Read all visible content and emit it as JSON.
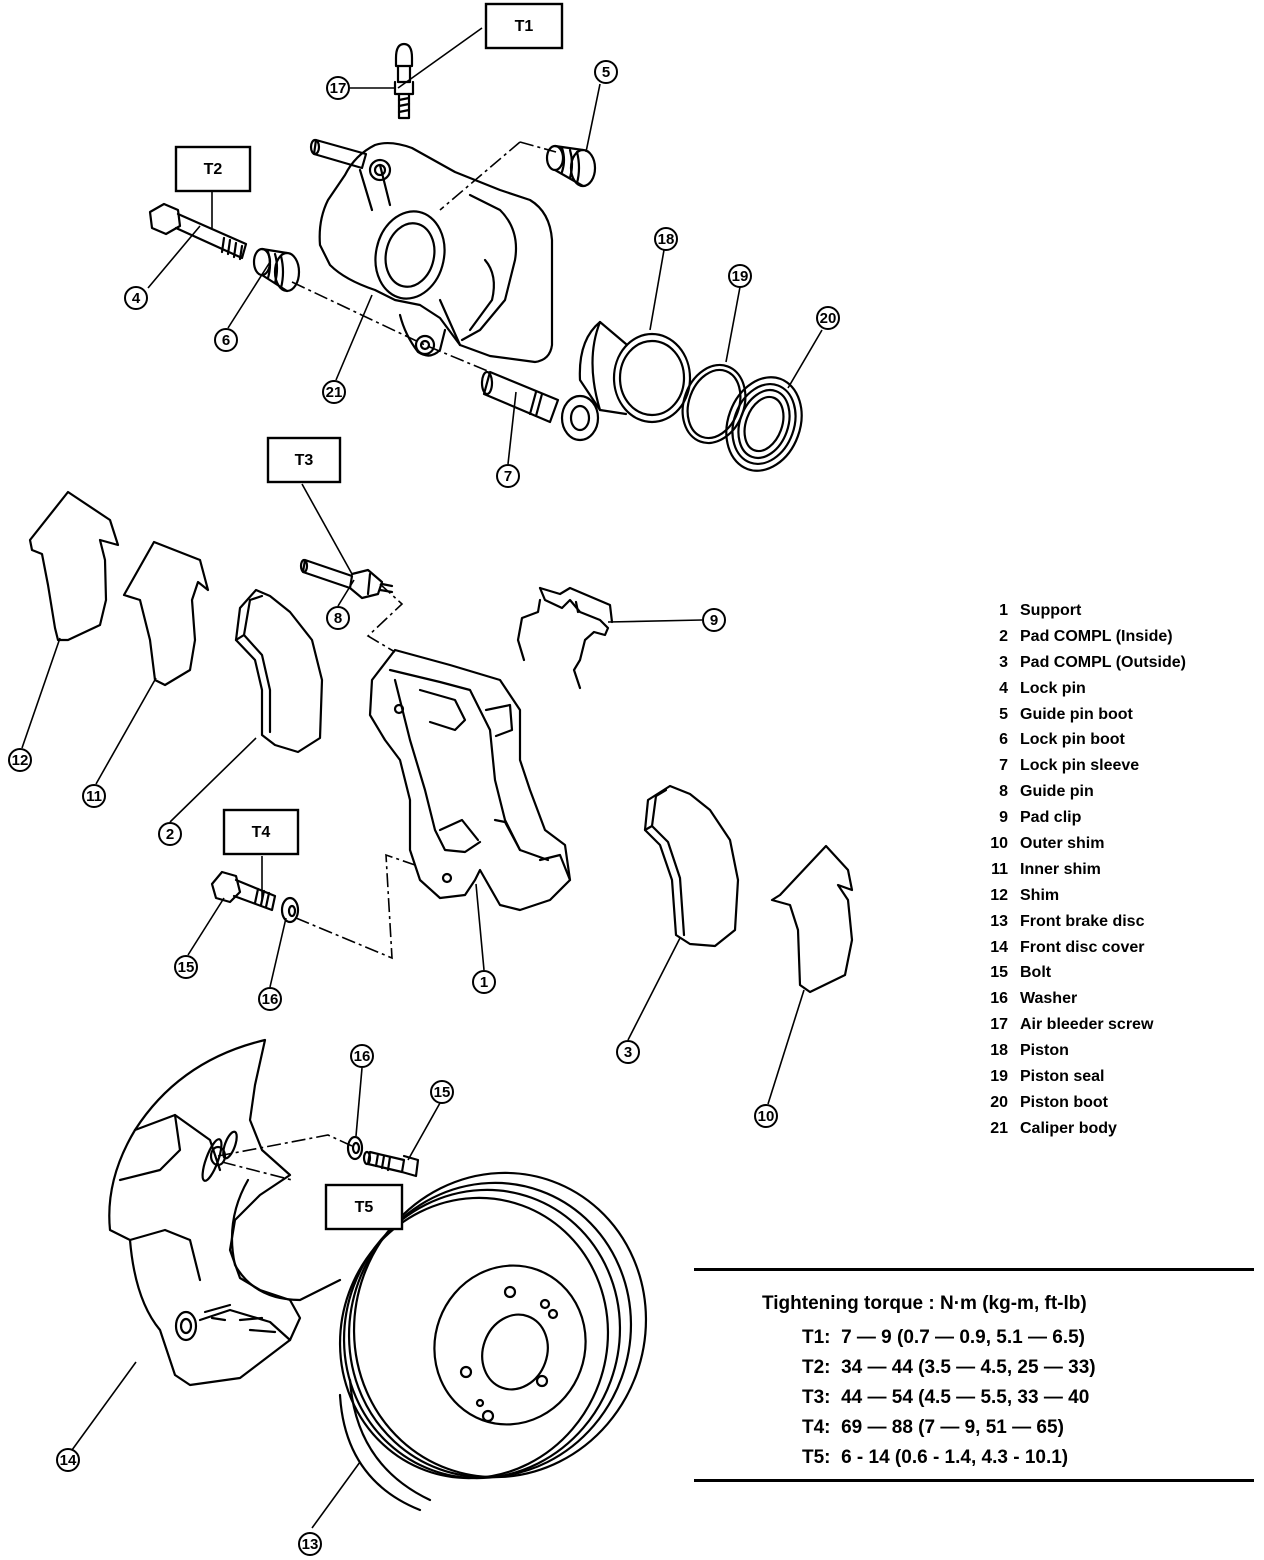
{
  "callouts": [
    {
      "id": "c1",
      "label": "1"
    },
    {
      "id": "c2",
      "label": "2"
    },
    {
      "id": "c3",
      "label": "3"
    },
    {
      "id": "c4",
      "label": "4"
    },
    {
      "id": "c5",
      "label": "5"
    },
    {
      "id": "c6",
      "label": "6"
    },
    {
      "id": "c7",
      "label": "7"
    },
    {
      "id": "c8",
      "label": "8"
    },
    {
      "id": "c9",
      "label": "9"
    },
    {
      "id": "c10",
      "label": "10"
    },
    {
      "id": "c11",
      "label": "11"
    },
    {
      "id": "c12",
      "label": "12"
    },
    {
      "id": "c13",
      "label": "13"
    },
    {
      "id": "c14",
      "label": "14"
    },
    {
      "id": "c15a",
      "label": "15"
    },
    {
      "id": "c15b",
      "label": "15"
    },
    {
      "id": "c15c",
      "label": "15"
    },
    {
      "id": "c16a",
      "label": "16"
    },
    {
      "id": "c16b",
      "label": "16"
    },
    {
      "id": "c17",
      "label": "17"
    },
    {
      "id": "c18",
      "label": "18"
    },
    {
      "id": "c19",
      "label": "19"
    },
    {
      "id": "c20",
      "label": "20"
    },
    {
      "id": "c21",
      "label": "21"
    }
  ],
  "torque_boxes": [
    "T1",
    "T2",
    "T3",
    "T4",
    "T5"
  ],
  "legend": [
    {
      "num": "1",
      "name": "Support"
    },
    {
      "num": "2",
      "name": "Pad COMPL (Inside)"
    },
    {
      "num": "3",
      "name": "Pad COMPL (Outside)"
    },
    {
      "num": "4",
      "name": "Lock pin"
    },
    {
      "num": "5",
      "name": "Guide pin boot"
    },
    {
      "num": "6",
      "name": "Lock pin boot"
    },
    {
      "num": "7",
      "name": "Lock pin sleeve"
    },
    {
      "num": "8",
      "name": "Guide pin"
    },
    {
      "num": "9",
      "name": "Pad clip"
    },
    {
      "num": "10",
      "name": "Outer shim"
    },
    {
      "num": "11",
      "name": "Inner shim"
    },
    {
      "num": "12",
      "name": "Shim"
    },
    {
      "num": "13",
      "name": "Front brake disc"
    },
    {
      "num": "14",
      "name": "Front disc cover"
    },
    {
      "num": "15",
      "name": "Bolt"
    },
    {
      "num": "16",
      "name": "Washer"
    },
    {
      "num": "17",
      "name": "Air bleeder screw"
    },
    {
      "num": "18",
      "name": "Piston"
    },
    {
      "num": "19",
      "name": "Piston seal"
    },
    {
      "num": "20",
      "name": "Piston boot"
    },
    {
      "num": "21",
      "name": "Caliper body"
    }
  ],
  "torque_table": {
    "title": "Tightening torque :  N·m (kg-m, ft-lb)",
    "rows": [
      {
        "key": "T1:",
        "value": "7 — 9 (0.7 — 0.9, 5.1 — 6.5)"
      },
      {
        "key": "T2:",
        "value": "34 — 44 (3.5 — 4.5, 25 — 33)"
      },
      {
        "key": "T3:",
        "value": "44 — 54 (4.5 — 5.5, 33 — 40"
      },
      {
        "key": "T4:",
        "value": "69 — 88 (7 — 9, 51 — 65)"
      },
      {
        "key": "T5:",
        "value": "6 - 14 (0.6 - 1.4, 4.3 - 10.1)"
      }
    ]
  }
}
